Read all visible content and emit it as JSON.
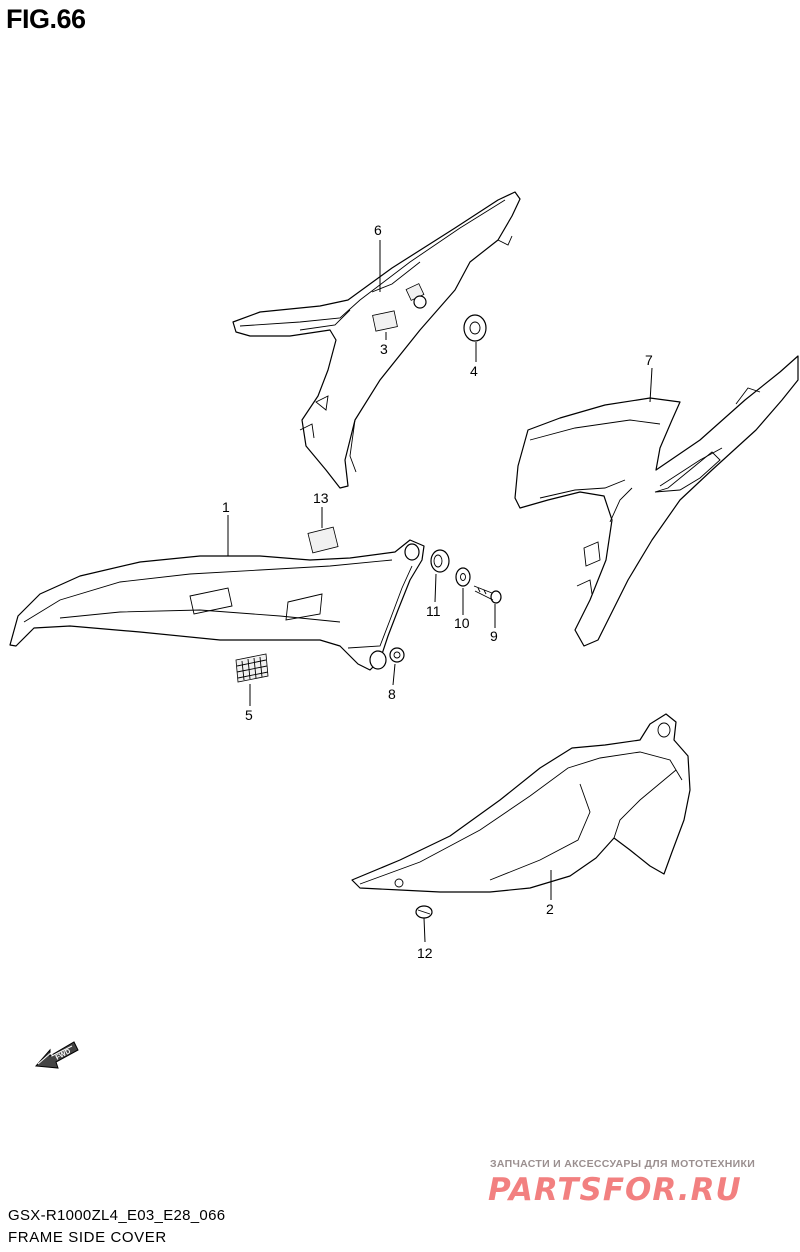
{
  "figure": {
    "title": "FIG.66"
  },
  "callouts": [
    {
      "id": "1",
      "label": "1"
    },
    {
      "id": "2",
      "label": "2"
    },
    {
      "id": "3",
      "label": "3"
    },
    {
      "id": "4",
      "label": "4"
    },
    {
      "id": "5",
      "label": "5"
    },
    {
      "id": "6",
      "label": "6"
    },
    {
      "id": "7",
      "label": "7"
    },
    {
      "id": "8",
      "label": "8"
    },
    {
      "id": "9",
      "label": "9"
    },
    {
      "id": "10",
      "label": "10"
    },
    {
      "id": "11",
      "label": "11"
    },
    {
      "id": "12",
      "label": "12"
    },
    {
      "id": "13",
      "label": "13"
    }
  ],
  "fwd_arrow": {
    "label": "FWD"
  },
  "footer": {
    "model_code": "GSX-R1000ZL4_E03_E28_066",
    "caption": "FRAME SIDE COVER"
  },
  "watermark": {
    "tagline": "ЗАПЧАСТИ И АКСЕССУАРЫ ДЛЯ МОТОТЕХНИКИ",
    "brand": "PARTSFOR.RU"
  }
}
